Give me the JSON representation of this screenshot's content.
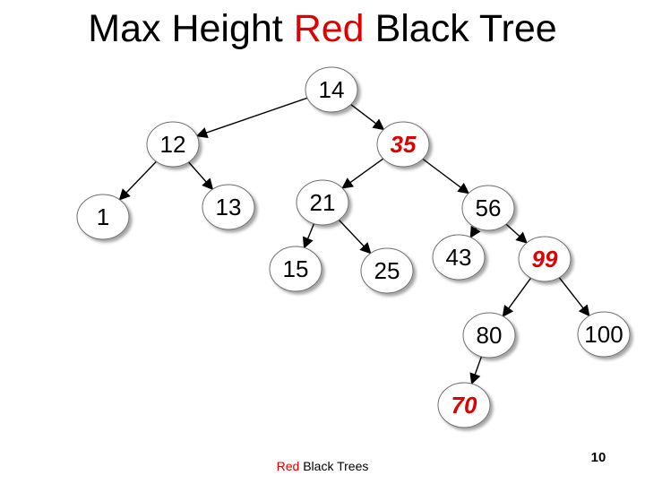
{
  "title": {
    "prefix": "Max Height",
    "highlight": "Red",
    "suffix": "Black Tree"
  },
  "colors": {
    "red": "#e00000",
    "black": "#000000",
    "node_fill": "#ffffff",
    "node_stroke": "#6e6e6e"
  },
  "tree": {
    "nodes": [
      {
        "id": "n14",
        "label": "14",
        "color": "black"
      },
      {
        "id": "n12",
        "label": "12",
        "color": "black"
      },
      {
        "id": "n35",
        "label": "35",
        "color": "red"
      },
      {
        "id": "n1",
        "label": "1",
        "color": "black"
      },
      {
        "id": "n13",
        "label": "13",
        "color": "black"
      },
      {
        "id": "n21",
        "label": "21",
        "color": "black"
      },
      {
        "id": "n56",
        "label": "56",
        "color": "black"
      },
      {
        "id": "n15",
        "label": "15",
        "color": "black"
      },
      {
        "id": "n25",
        "label": "25",
        "color": "black"
      },
      {
        "id": "n43",
        "label": "43",
        "color": "black"
      },
      {
        "id": "n99",
        "label": "99",
        "color": "red"
      },
      {
        "id": "n80",
        "label": "80",
        "color": "black"
      },
      {
        "id": "n100",
        "label": "100",
        "color": "black"
      },
      {
        "id": "n70",
        "label": "70",
        "color": "red"
      }
    ],
    "edges": [
      {
        "from": "n14",
        "to": "n12"
      },
      {
        "from": "n14",
        "to": "n35"
      },
      {
        "from": "n12",
        "to": "n1"
      },
      {
        "from": "n12",
        "to": "n13"
      },
      {
        "from": "n35",
        "to": "n21"
      },
      {
        "from": "n35",
        "to": "n56"
      },
      {
        "from": "n21",
        "to": "n15"
      },
      {
        "from": "n21",
        "to": "n25"
      },
      {
        "from": "n56",
        "to": "n43"
      },
      {
        "from": "n56",
        "to": "n99"
      },
      {
        "from": "n99",
        "to": "n80"
      },
      {
        "from": "n99",
        "to": "n100"
      },
      {
        "from": "n80",
        "to": "n70"
      }
    ]
  },
  "footer": {
    "highlight": "Red",
    "rest": "Black Trees"
  },
  "page_number": "10"
}
